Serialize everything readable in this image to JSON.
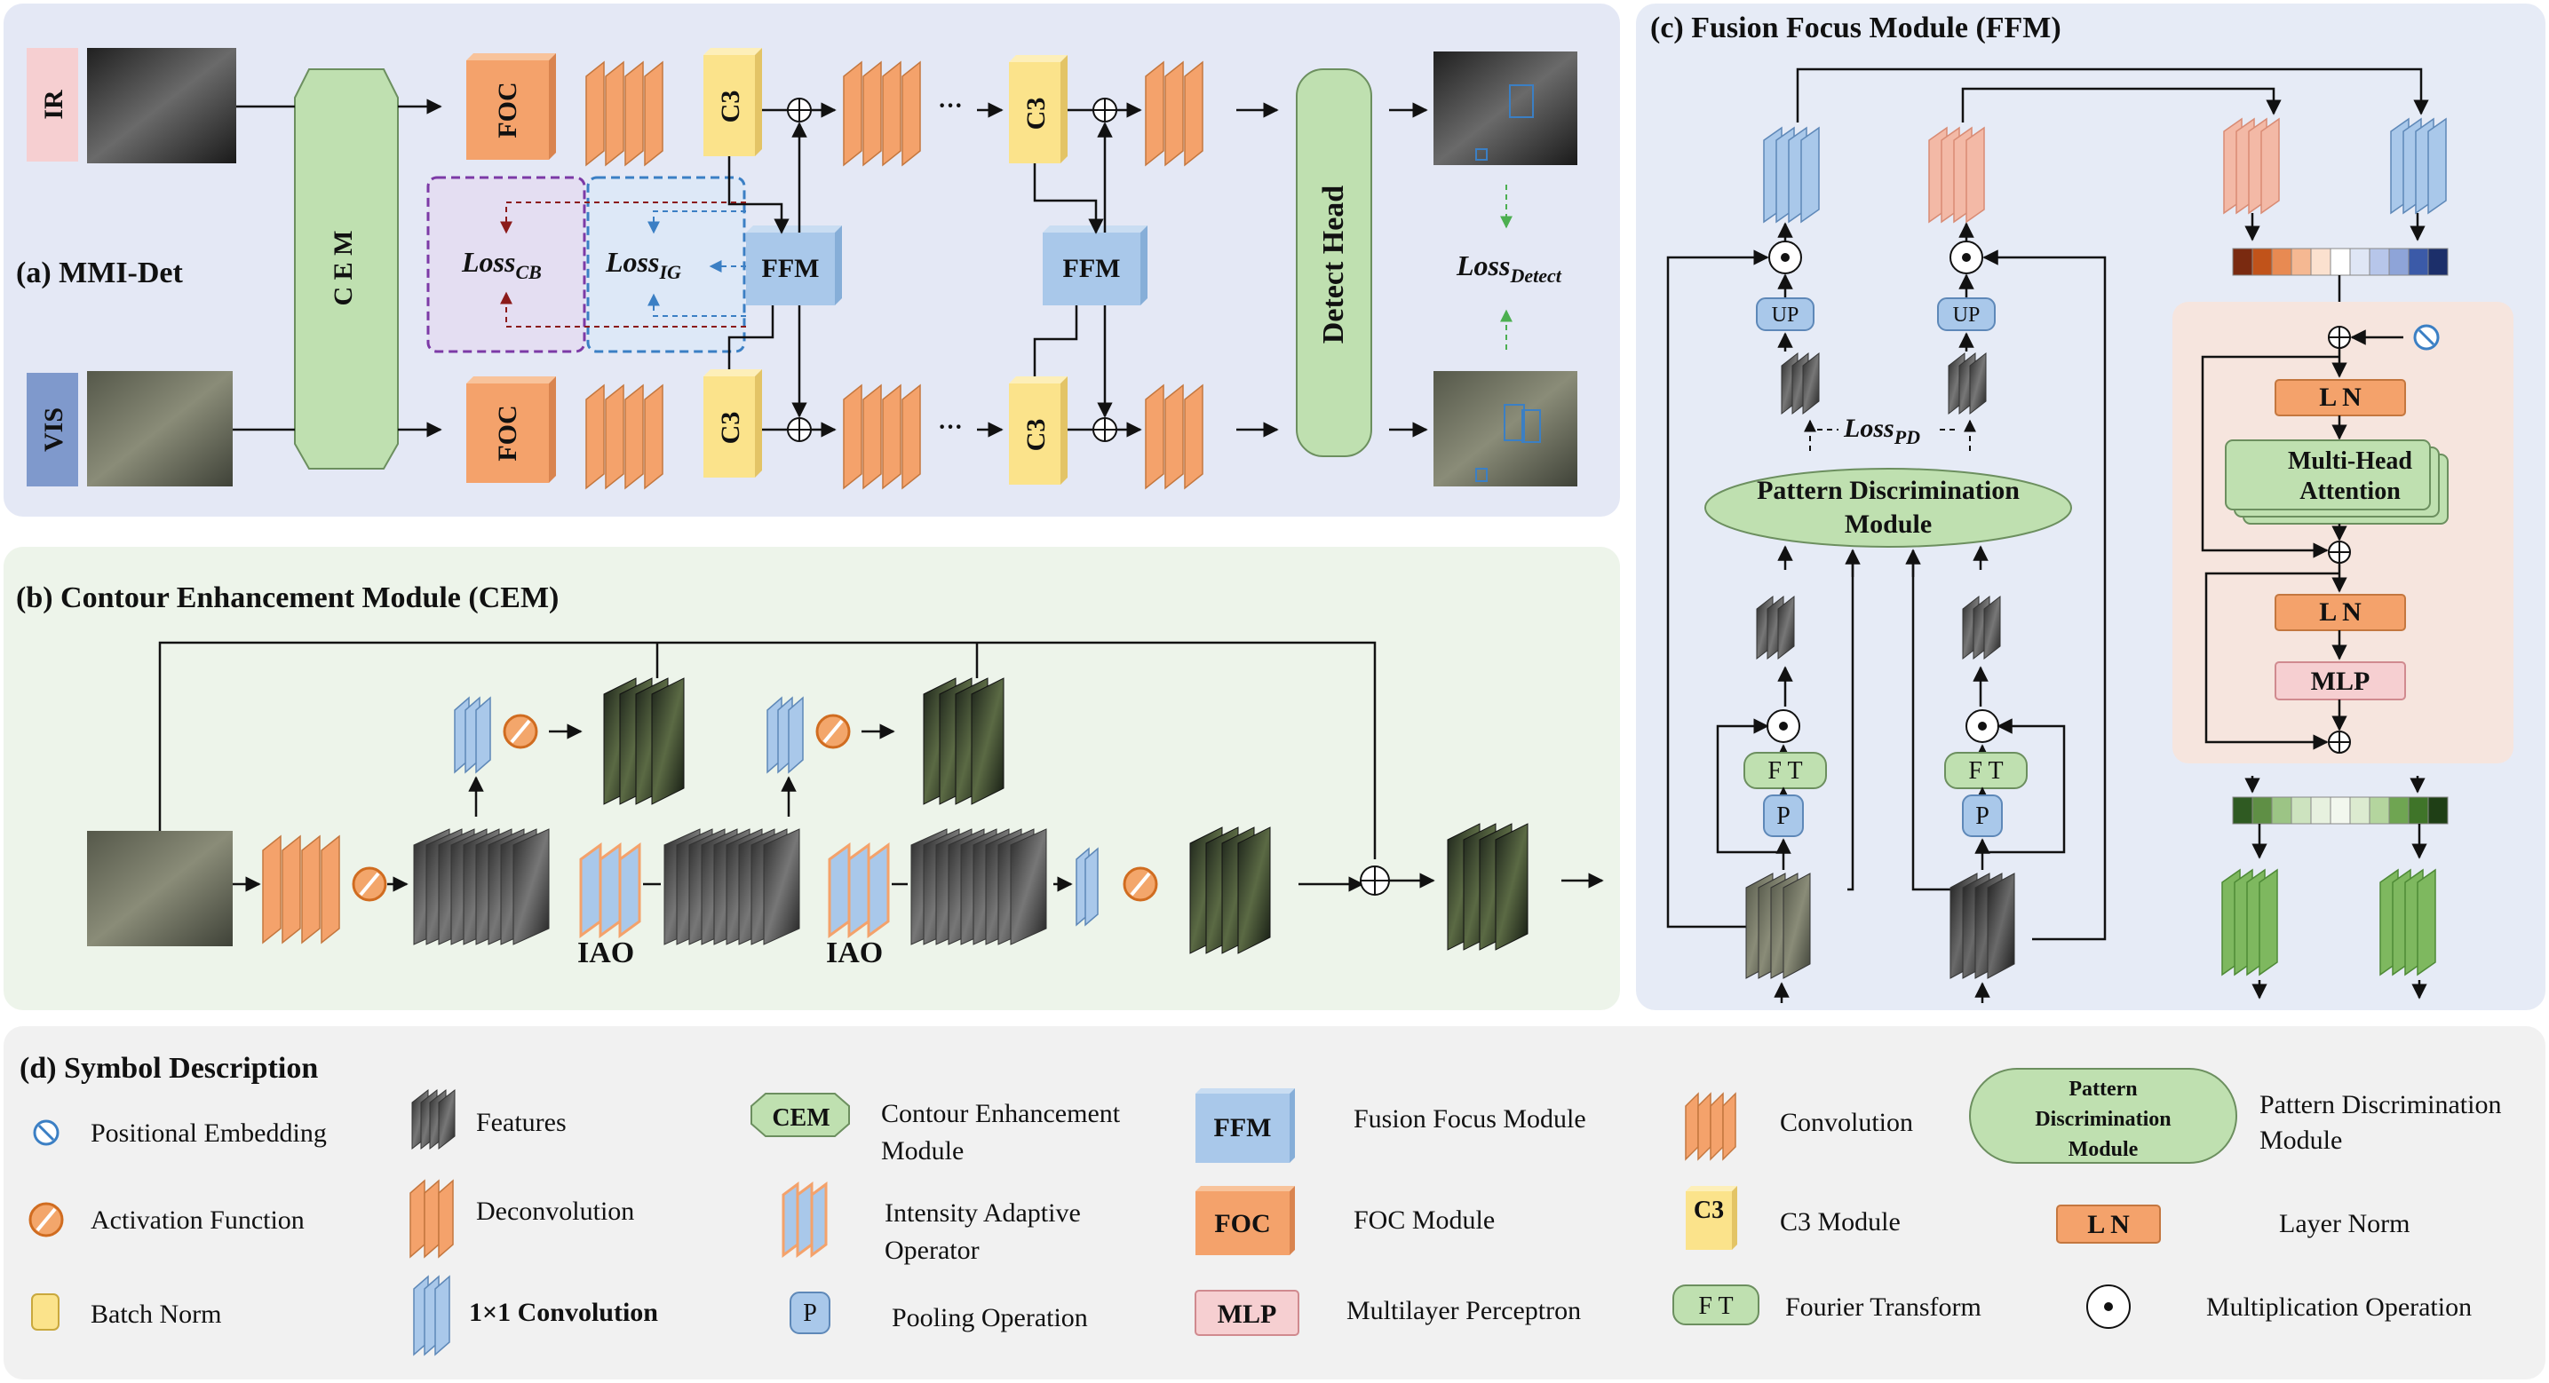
{
  "panels": {
    "a_title": "(a) MMI-Det",
    "b_title": "(b) Contour Enhancement Module (CEM)",
    "c_title": "(c) Fusion Focus Module (FFM)",
    "d_title": "(d) Symbol Description"
  },
  "mmi": {
    "ir": "IR",
    "vis": "VIS",
    "cem": "C E M",
    "foc": "FOC",
    "c3": "C3",
    "ffm": "FFM",
    "dots": "···",
    "detect_head": "Detect  Head",
    "loss": "Loss",
    "cb": "CB",
    "ig": "IG",
    "detect": "Detect"
  },
  "cem_panel": {
    "iao": "IAO"
  },
  "ffm_panel": {
    "up": "UP",
    "loss": "Loss",
    "pd": "PD",
    "pdm_line1": "Pattern Discrimination",
    "pdm_line2": "Module",
    "ft": "F T",
    "p": "P",
    "ln": "L N",
    "mha_line1": "Multi-Head",
    "mha_line2": "Attention",
    "mlp": "MLP"
  },
  "legend": {
    "positional": "Positional Embedding",
    "activation": "Activation Function",
    "batchnorm": "Batch Norm",
    "features": "Features",
    "deconv": "Deconvolution",
    "conv1x1": "1×1 Convolution",
    "cem_icon": "CEM",
    "cem_line1": "Contour Enhancement",
    "cem_line2": "Module",
    "iao_line1": "Intensity Adaptive",
    "iao_line2": "Operator",
    "p_icon": "P",
    "pooling": "Pooling Operation",
    "ffm_icon": "FFM",
    "ffm": "Fusion Focus Module",
    "foc_icon": "FOC",
    "foc": "FOC Module",
    "mlp_icon": "MLP",
    "mlp": "Multilayer Perceptron",
    "conv": "Convolution",
    "c3_icon": "C3",
    "c3": "C3 Module",
    "ft_icon": "F T",
    "ft": "Fourier Transform",
    "pdm_icon1": "Pattern",
    "pdm_icon2": "Discrimination",
    "pdm_icon3": "Module",
    "pdm_line1": "Pattern Discrimination",
    "pdm_line2": "Module",
    "ln_icon": "L N",
    "ln": "Layer Norm",
    "mult": "Multiplication Operation"
  },
  "colors": {
    "panel_a": "#e4e8f5",
    "panel_b": "#edf4ea",
    "panel_c": "#e6ebf6",
    "panel_d": "#f1f1f1",
    "orange": "#f4a26b",
    "yellow": "#fbe38b",
    "blue": "#a9c8ea",
    "green": "#bfe0b0",
    "pink": "#f6cfd1",
    "lavender": "#7f99cc"
  }
}
